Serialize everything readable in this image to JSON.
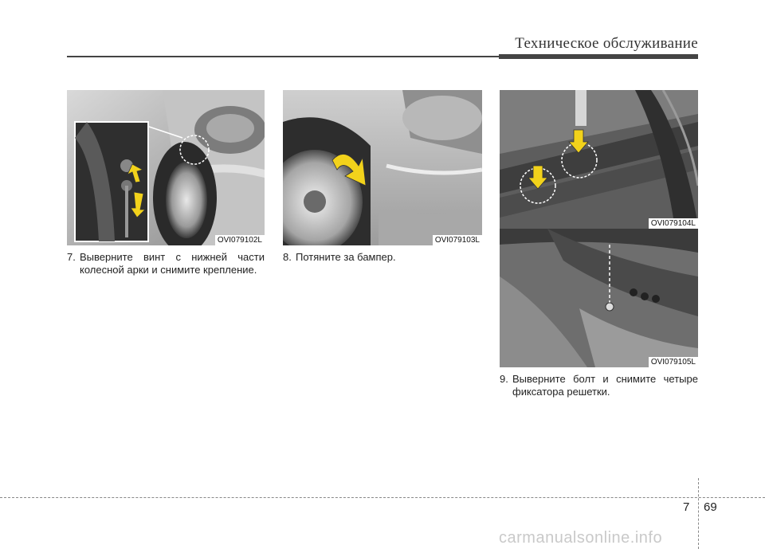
{
  "header": {
    "title": "Техническое обслуживание"
  },
  "figures": [
    {
      "label": "OVI079102L"
    },
    {
      "label": "OVI079103L"
    },
    {
      "label": "OVI079104L"
    },
    {
      "label": "OVI079105L"
    }
  ],
  "steps": [
    {
      "number": "7.",
      "text": "Выверните винт с нижней части колесной арки и снимите крепление."
    },
    {
      "number": "8.",
      "text": "Потяните за бампер."
    },
    {
      "number": "9.",
      "text": "Выверните болт и снимите четыре фиксатора решетки."
    }
  ],
  "footer": {
    "chapter": "7",
    "page": "69"
  },
  "watermark": "carmanualsonline.info",
  "colors": {
    "arrow": "#f2d21b",
    "rule": "#444444"
  }
}
